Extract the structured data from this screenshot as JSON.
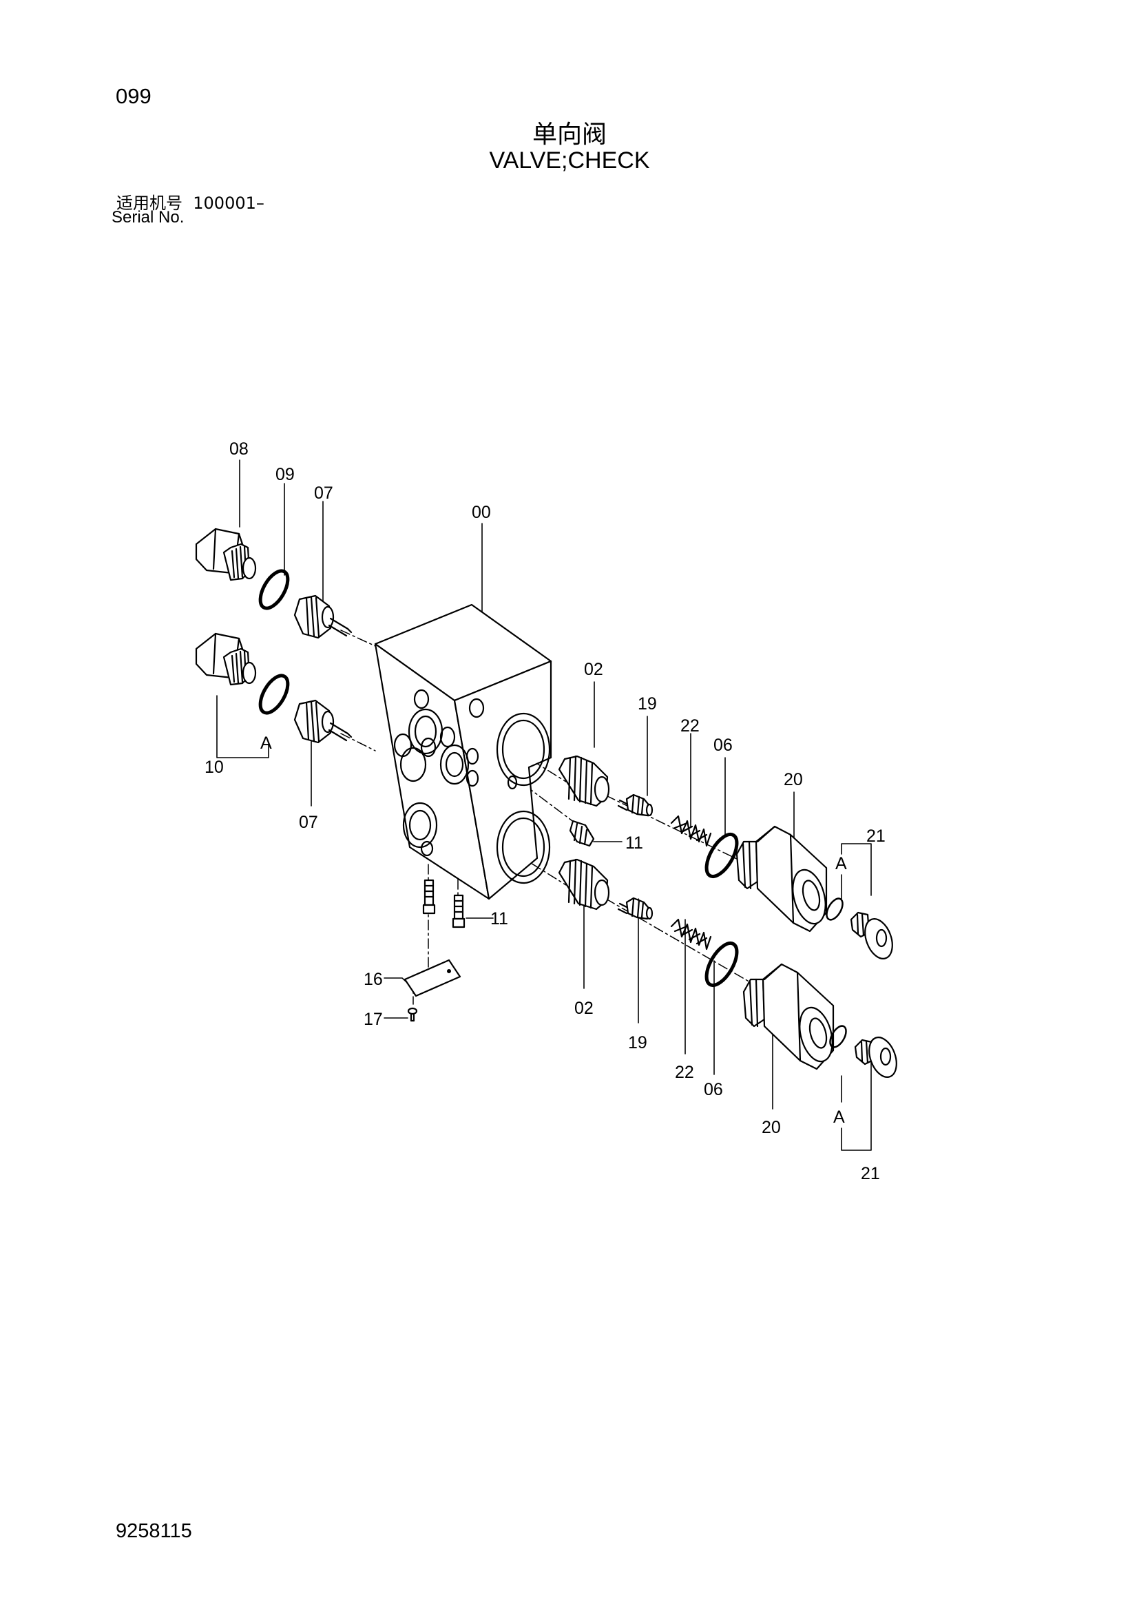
{
  "header": {
    "page_number": "099",
    "title_cn": "单向阀",
    "title_en": "VALVE;CHECK",
    "serial_label_cn": "适用机号",
    "serial_value": "100001–",
    "serial_label_en": "Serial No."
  },
  "footer": {
    "document_id": "9258115"
  },
  "callouts": {
    "c00": "00",
    "c02a": "02",
    "c02b": "02",
    "c06a": "06",
    "c06b": "06",
    "c07a": "07",
    "c07b": "07",
    "c08": "08",
    "c09": "09",
    "c10": "10",
    "c11a": "11",
    "c11b": "11",
    "c16": "16",
    "c17": "17",
    "c19a": "19",
    "c19b": "19",
    "c20a": "20",
    "c20b": "20",
    "c21a": "21",
    "c21b": "21",
    "c22a": "22",
    "c22b": "22",
    "cA1": "A",
    "cA2": "A",
    "cA3": "A"
  }
}
